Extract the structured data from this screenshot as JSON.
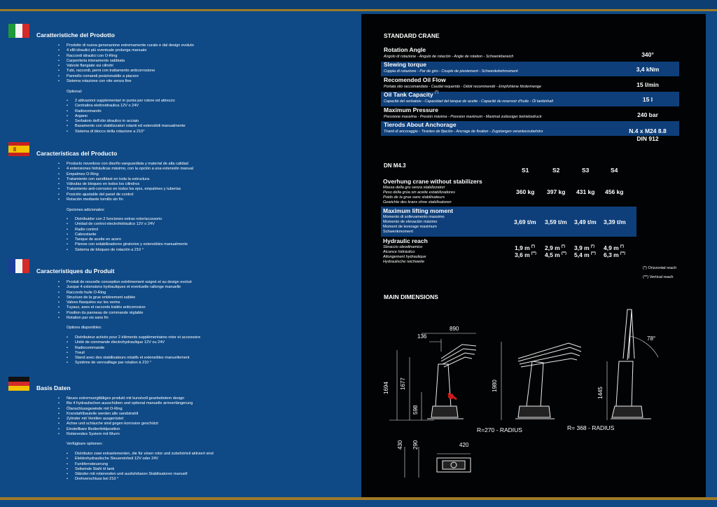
{
  "sections": [
    {
      "title": "Caratteristiche del Prodotto",
      "features": [
        "Prodotto di nuova generazione estremamente curato e dal design evoluto",
        "4 sfili idraulici più eventuale prolunga manuale",
        "Raccordi idraulici con O-Ring",
        "Carpenteria interamente sabbiata",
        "Valvole flangiate sui cilindri",
        "Tubi, raccordi, perni con trattamento anticorrosione",
        "Pannello comandi posizionabile a piacere",
        "Sistema rotazione con vite senza fine"
      ],
      "optional_label": "Optional:",
      "options": [
        "2 attivazioni supplementari in punta per rotore ed attrezzo",
        "Centralina elettroidraulica 12V o 24V",
        "Radiocomando",
        "Argano",
        "Serbatoio dell'olio idraulico in acciaio",
        "Basamento con stabilizzatori rotanti ed estensibili manualmente",
        "Sistema di blocco della rotazione a 210°"
      ]
    },
    {
      "title": "Características del Producto",
      "features": [
        "Producto novedoso con diseño vanguardista y material de alta calidad",
        "4 extensiones hidráulicas máximo, con la opción a una extensión manual",
        "Empalmes O-Ring",
        "Tratamiento con sandblast en toda la estructura",
        "Válvulas de bloqueo en todos los cilindros",
        "Tratamiento anti-corrosivo en todos los ejes, empalmes y tuberías",
        "Posición ajustable del panel de control",
        "Rotación mediante tornillo sin fin"
      ],
      "optional_label": "Opciones adicionales:",
      "options": [
        "Distribuidor con 2 funciones extras rotor/accesorio",
        "Unidad de control electrohidráulico 12V o 24V",
        "Radio control",
        "Cabrestante",
        "Tanque de aceite en acero",
        "Párese con estabilizadores giratorios y extensibles manualmente",
        "Sistema de bloqueo de rotación a 210 °"
      ]
    },
    {
      "title": "Caracteristiques du Produit",
      "features": [
        "Produit de nouvelle conception extrêmement soigné et  au design evolué",
        "Jusque 4 extensions hydrauliques et eventuelle rallonge manuelle",
        "Raccords huile O-Ring",
        "Structure de la grue entièrement sablée",
        "Valves flasquées sur les verins",
        "Tuyaux, axes et raccords traités anticorrosion",
        "Position du panneau de commande réglable",
        "Rotation par vis sans fin"
      ],
      "optional_label": "Options disponibles:",
      "options": [
        "Distributeur activés pour 2 éléments supplémentaires rotor et accessoire",
        "Unité de commande électrohydraulique 12V ou 24V",
        "Radiocommande",
        "Treuil",
        "Stand avec des stabilisateurs rotatifs et extensibles manuellement",
        "Système de verrouillage par rotation à 210 °"
      ]
    },
    {
      "title": "Basis Daten",
      "features": [
        "Neues extremsorgfältiges produkt mit kunstvoll gearbeitetem design",
        "Bis 4 hydraulischen ausschüben und optional manuelle armverlängerung",
        "Ölanschlussgewinde mit O-Ring",
        "Kranstahlbauteile werden alle sandstrahlt",
        "Zylinder mit Ventilen ausgerüstet",
        "Achse und schäuche sind gegen korrosion geschützt",
        "Einstellbare Bedienfeldposition",
        "Rotierendes System mit Wurm"
      ],
      "optional_label": "Verfügbare optionen:",
      "options": [
        "Distributor zwei extraelementen, die für einen rotor und zubehörteil aktiviert sind",
        "Elektrohydraulische Steuereinheit 12V oder 24V",
        "Funkfernsteuerung",
        "Seilwinde Stahl öl tank",
        "Ständer mit rotierenden und ausfahrbaren Stabilisatoren manuell",
        "Drehverschluss bei 210 °"
      ]
    }
  ],
  "standard": {
    "title": "STANDARD CRANE",
    "rows": [
      {
        "name": "Rotation Angle",
        "sub": "Angolo di rotazione - Angulo de rotación - Angle de rotation - Schwenkbereich",
        "value": "340°"
      },
      {
        "name": "Slewing torque",
        "sub": "Coppia di rotazione - Par de giro - Couple de pivotement - Schwenkdrehmoment",
        "value": "3,4 kNm"
      },
      {
        "name": "Recomended Oil Flow",
        "sub": "Portata olio raccomandata - Caudal requerido - Débit recommendé - Empfohlene fördermenge",
        "value": "15 l/min"
      },
      {
        "name": "Oil Tank Capacity",
        "sup": "(*)",
        "sub": "Capacità del serbatoio - Capacidad del tanque de aceite - Capacité du reservoir d'huile - Öl tankinhalt",
        "value": "15 l"
      },
      {
        "name": "Maximum Pressure",
        "sub": "Pressione massima - Presión máxima - Pression maximum - Maximal zulässiger betriebsdruck",
        "value": "240 bar"
      },
      {
        "name": "Tierods About Anchorage",
        "sub": "Tiranti di ancoraggio - Tirantes de fijación - Ancrage de fixation - Zugstangen verankerzubehörs",
        "value": "N.4 x M24 8.8",
        "value2": "DIN 912"
      }
    ]
  },
  "dn": {
    "title": "DN  M4.3",
    "cols": [
      "S1",
      "S2",
      "S3",
      "S4"
    ],
    "no_stab": {
      "name": "Overhung crane without stabilizers",
      "subs": [
        "Massa della gru senza stabilizzatori",
        "Peso della grúa sin aceite estabilizadores",
        "Poids de la grue sans stabilisateurs",
        "Gewichte des krans ohne stabilisatoren"
      ],
      "values": [
        "360 kg",
        "397 kg",
        "431 kg",
        "456 kg"
      ]
    },
    "moment": {
      "name": "Maximum lifting moment",
      "subs": [
        "Momento di sollevamento massimo",
        "Momento de elevación máximo",
        "Moment de leverage maximum",
        "Schwenkmoment"
      ],
      "values": [
        "3,69 t/m",
        "3,59 t/m",
        "3,49 t/m",
        "3,39 t/m"
      ]
    },
    "reach": {
      "name": "Hydraulic reach",
      "subs": [
        "Sbraccio oleodinamico",
        "Alcance hidráulico",
        "Allongement hydraulique",
        "Hydraulische reichweite"
      ],
      "h": [
        "1,9 m",
        "2,9 m",
        "3,9 m",
        "4,9 m"
      ],
      "h_sup": "(*)",
      "v": [
        "3,6 m",
        "4,5 m",
        "5,4 m",
        "6,3 m"
      ],
      "v_sup": "(**)"
    },
    "note1": "(*) Orizzontal reach",
    "note2": "(**) Vertical reach"
  },
  "dimensions": {
    "title": "MAIN DIMENSIONS",
    "d890": "890",
    "d136": "136",
    "d78": "78°",
    "d1694": "1694",
    "d1677": "1677",
    "d598": "598",
    "d1980": "1980",
    "d1445": "1445",
    "d430": "430",
    "d290": "290",
    "d420": "420",
    "r270": "R=270 - RADIUS",
    "r368": "R= 368 - RADIUS"
  }
}
